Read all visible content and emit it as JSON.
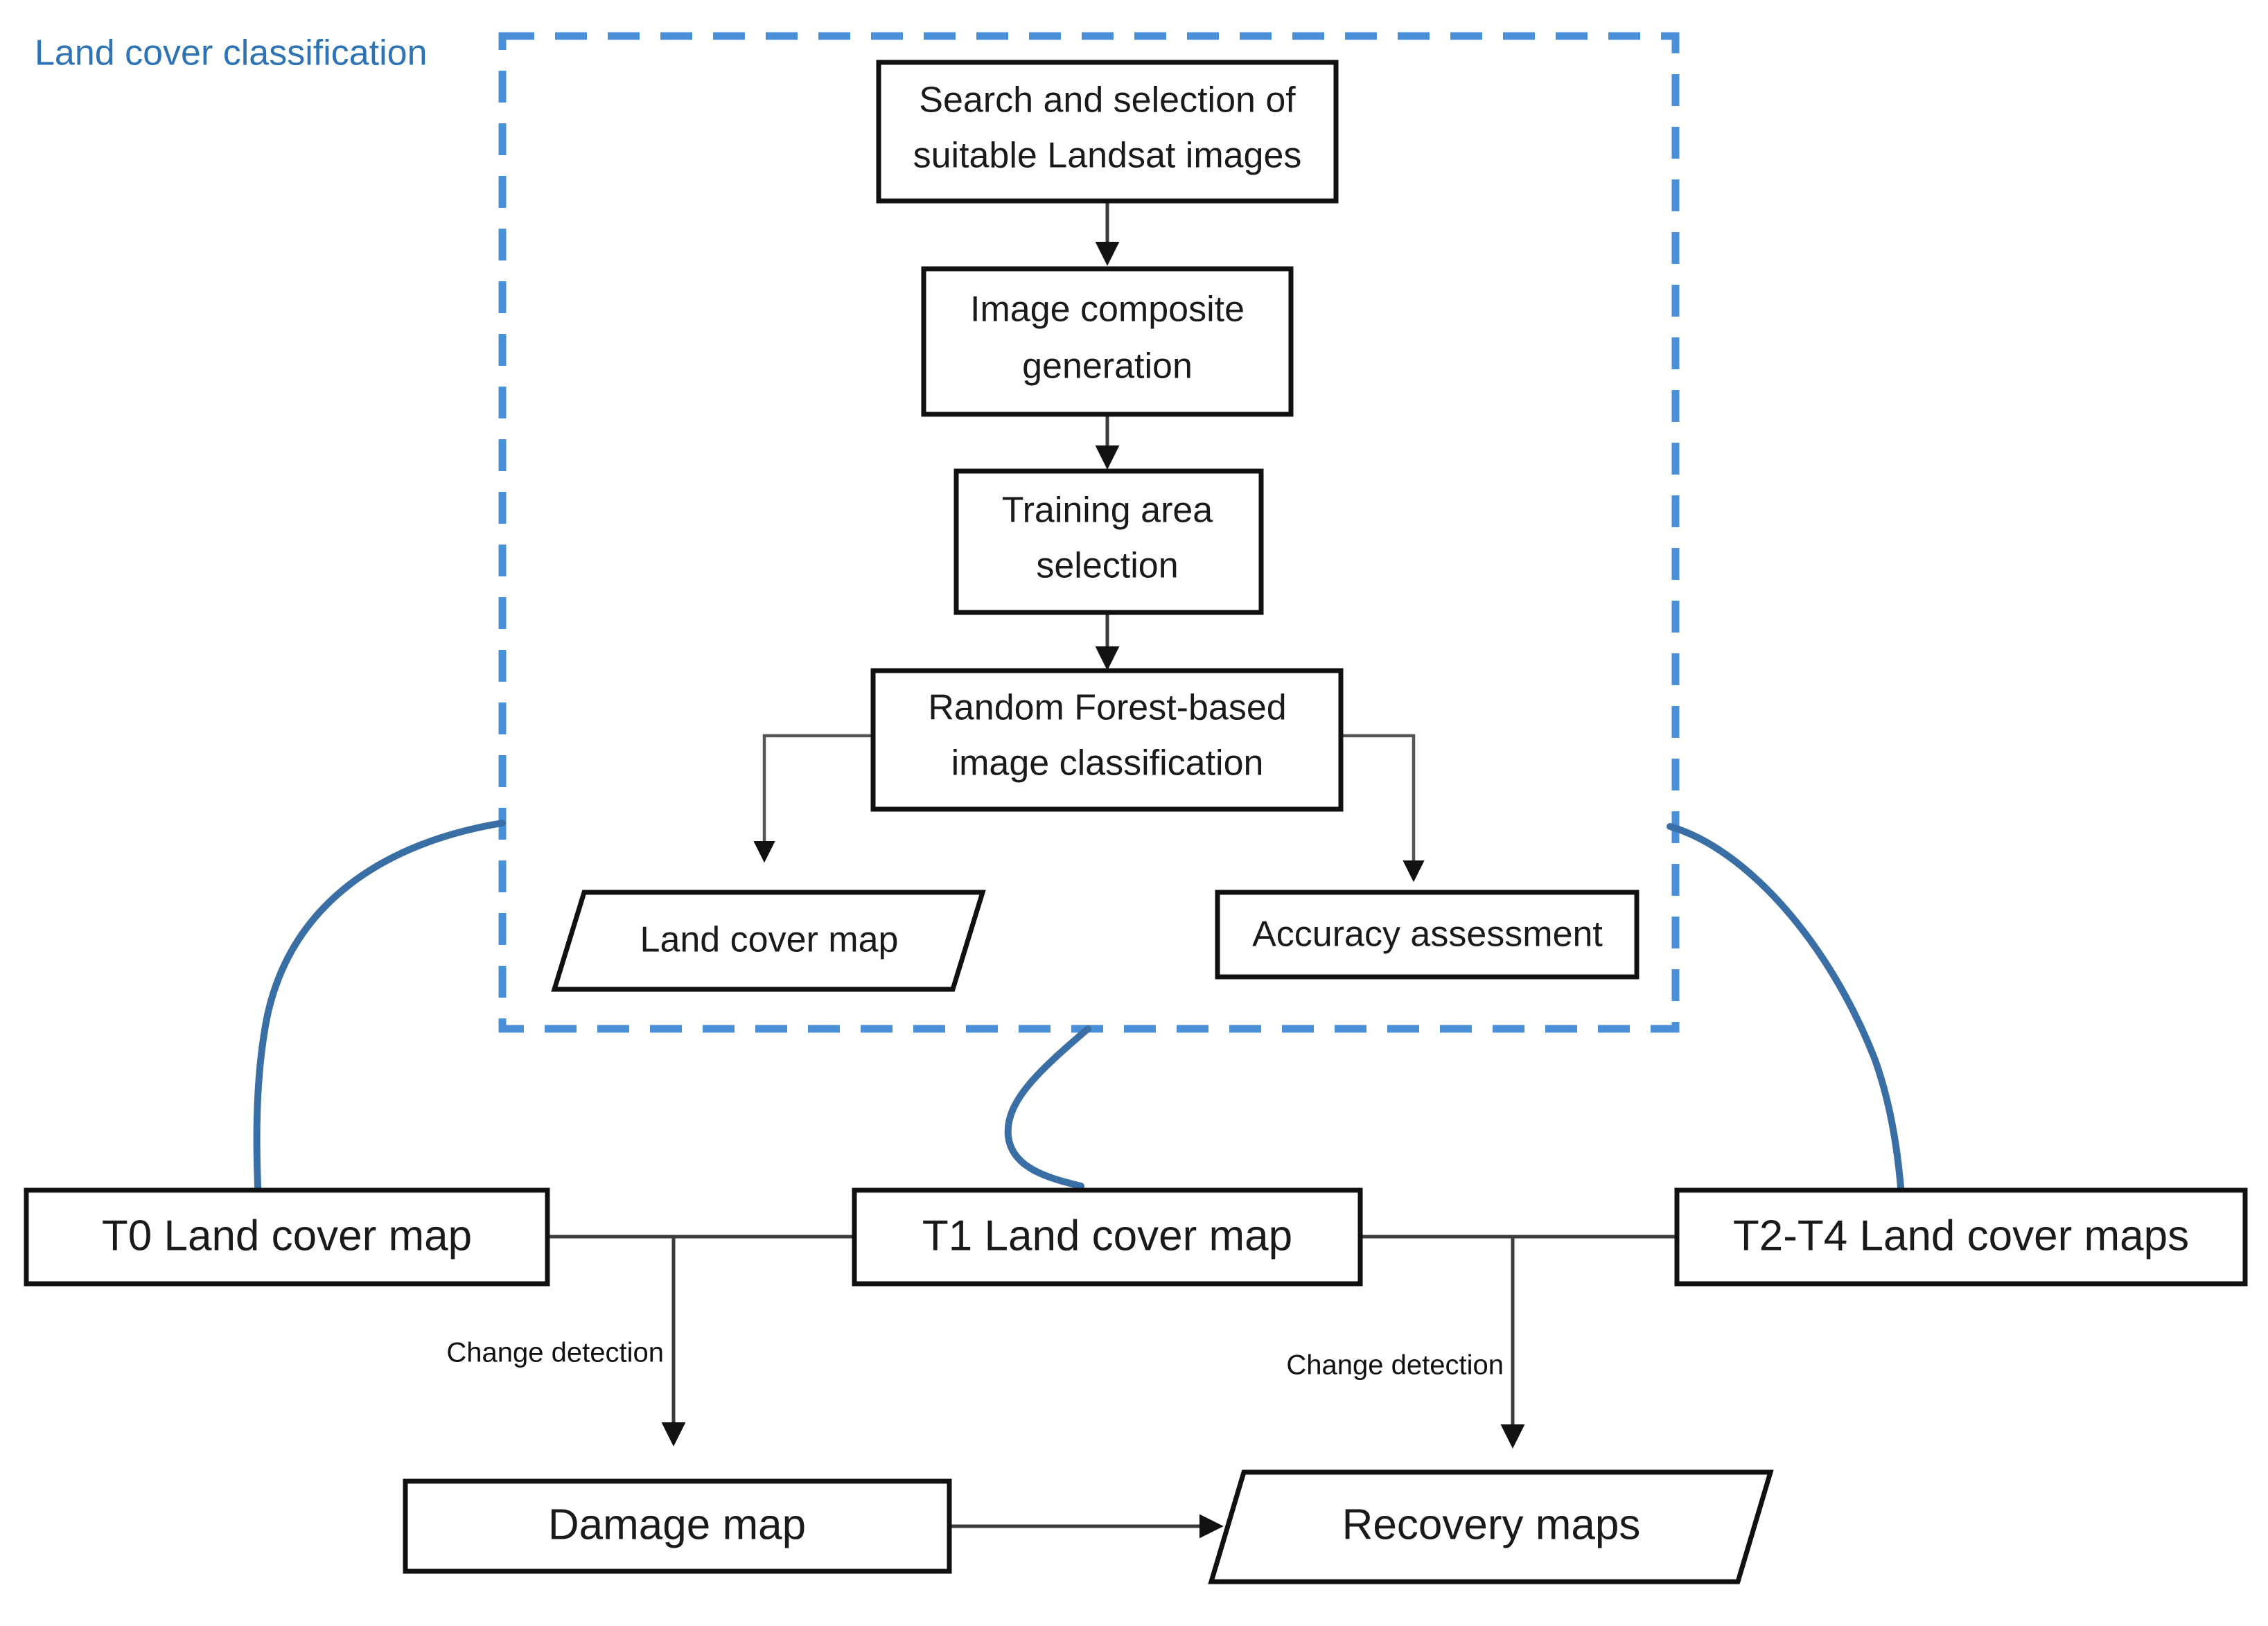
{
  "diagram": {
    "title_label": "Land cover classification",
    "region": {
      "name": "land-cover-classification-group",
      "border_color": "#4a90d9",
      "style": "dashed"
    },
    "colors": {
      "accent_blue": "#4a90d9",
      "curve_blue": "#3a6fa5",
      "node_stroke": "#111111",
      "node_fill": "#ffffff",
      "label_text": "#2e74b5"
    },
    "nodes": [
      {
        "id": "search",
        "shape": "rectangle",
        "line1": "Search and selection of",
        "line2": "suitable Landsat images"
      },
      {
        "id": "composite",
        "shape": "rectangle",
        "line1": "Image composite",
        "line2": "generation"
      },
      {
        "id": "training",
        "shape": "rectangle",
        "line1": "Training area",
        "line2": "selection"
      },
      {
        "id": "rf",
        "shape": "rectangle",
        "line1": "Random Forest-based",
        "line2": "image classification"
      },
      {
        "id": "lcmap",
        "shape": "parallelogram",
        "line1": "Land cover map",
        "line2": ""
      },
      {
        "id": "accuracy",
        "shape": "rectangle",
        "line1": "Accuracy assessment",
        "line2": ""
      },
      {
        "id": "t0",
        "shape": "rectangle",
        "line1": "T0 Land cover map",
        "line2": ""
      },
      {
        "id": "t1",
        "shape": "rectangle",
        "line1": "T1 Land cover map",
        "line2": ""
      },
      {
        "id": "t24",
        "shape": "rectangle",
        "line1": "T2-T4 Land cover maps",
        "line2": ""
      },
      {
        "id": "damage",
        "shape": "rectangle",
        "line1": "Damage map",
        "line2": ""
      },
      {
        "id": "recovery",
        "shape": "parallelogram",
        "line1": "Recovery maps",
        "line2": ""
      }
    ],
    "edge_labels": [
      {
        "id": "cd-left",
        "text": "Change detection"
      },
      {
        "id": "cd-right",
        "text": "Change detection"
      }
    ]
  }
}
